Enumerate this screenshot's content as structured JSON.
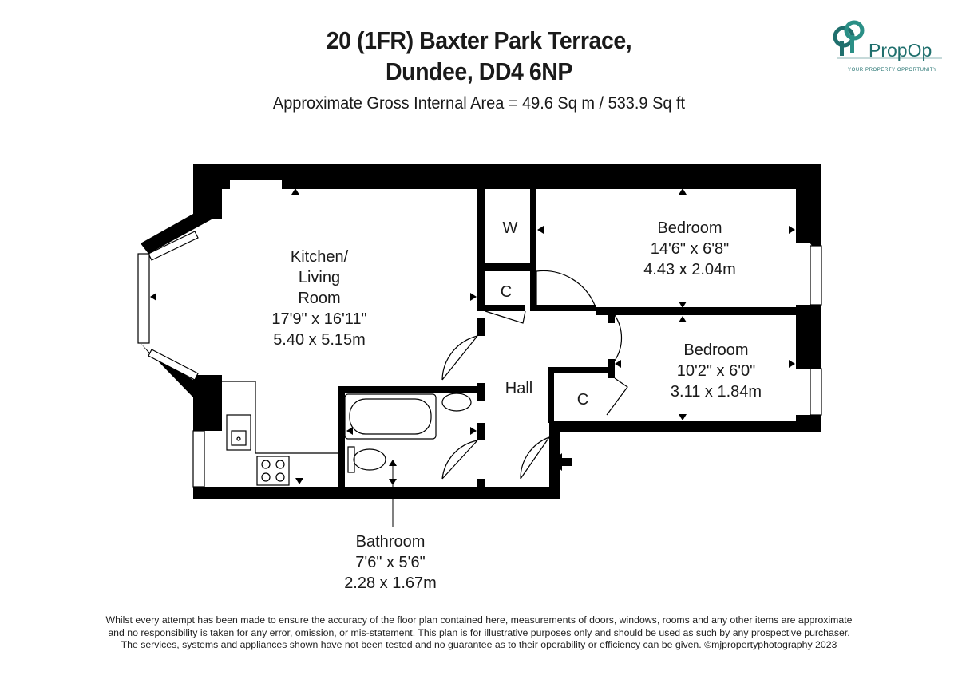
{
  "header": {
    "title_line1": "20 (1FR) Baxter Park Terrace,",
    "title_line2": "Dundee, DD4 6NP",
    "area": "Approximate Gross Internal Area = 49.6 Sq m / 533.9 Sq ft"
  },
  "logo": {
    "name": "PropOp",
    "tagline": "YOUR PROPERTY OPPORTUNITY",
    "color": "#1f6f6d"
  },
  "rooms": {
    "kitchen": {
      "name1": "Kitchen/",
      "name2": "Living",
      "name3": "Room",
      "imperial": "17'9\" x 16'11\"",
      "metric": "5.40 x 5.15m"
    },
    "bedroom1": {
      "name": "Bedroom",
      "imperial": "14'6\" x 6'8\"",
      "metric": "4.43 x 2.04m"
    },
    "bedroom2": {
      "name": "Bedroom",
      "imperial": "10'2\" x 6'0\"",
      "metric": "3.11 x 1.84m"
    },
    "bathroom": {
      "name": "Bathroom",
      "imperial": "7'6\" x 5'6\"",
      "metric": "2.28 x 1.67m"
    },
    "hall": {
      "name": "Hall"
    },
    "wardrobe": {
      "name": "W"
    },
    "cupboard1": {
      "name": "C"
    },
    "cupboard2": {
      "name": "C"
    }
  },
  "disclaimer": {
    "line1": "Whilst every attempt has been made to ensure the accuracy of the floor plan contained here, measurements of doors, windows, rooms and any other items are approximate",
    "line2": "and no responsibility is taken for any error, omission, or mis-statement. This plan is for illustrative purposes only and should be used as such by any prospective purchaser.",
    "line3": "The services, systems and appliances shown have not been tested and no guarantee as to their operability or efficiency can be given. ©mjpropertyphotography 2023"
  }
}
